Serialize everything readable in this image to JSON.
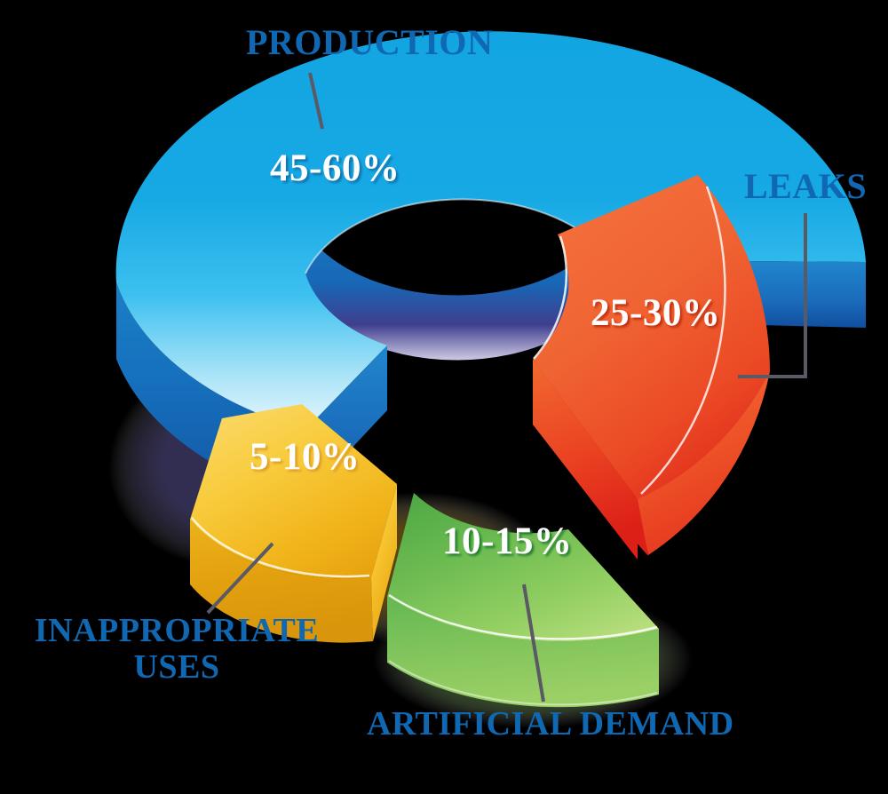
{
  "chart_data": {
    "type": "pie",
    "title": "",
    "subtitle": "",
    "style": "3d-exploded-donut",
    "legend_position": "callout-labels",
    "units": "percent",
    "background_color": "#000000",
    "label_color": "#1168b2",
    "value_text_color": "#ffffff",
    "slices": [
      {
        "name": "PRODUCTION",
        "value_label": "45-60%",
        "min": 45,
        "max": 60,
        "color": "#14a0dc",
        "color_dark": "#1670bd",
        "label_position": "top"
      },
      {
        "name": "LEAKS",
        "value_label": "25-30%",
        "min": 25,
        "max": 30,
        "color": "#f0652f",
        "color_dark": "#e0301e",
        "label_position": "right"
      },
      {
        "name": "ARTIFICIAL DEMAND",
        "value_label": "10-15%",
        "min": 10,
        "max": 15,
        "color": "#63b852",
        "color_dark": "#2f9c3f",
        "label_position": "bottom"
      },
      {
        "name": "INAPPROPRIATE USES",
        "value_label": "5-10%",
        "min": 5,
        "max": 10,
        "color": "#f5c330",
        "color_dark": "#dfa012",
        "label_position": "bottom-left"
      }
    ],
    "categories": [
      "PRODUCTION",
      "LEAKS",
      "ARTIFICIAL DEMAND",
      "INAPPROPRIATE USES"
    ],
    "values": [
      52.5,
      27.5,
      12.5,
      7.5
    ],
    "value_labels": [
      "45-60%",
      "25-30%",
      "10-15%",
      "5-10%"
    ]
  },
  "labels": {
    "production": "PRODUCTION",
    "leaks": "LEAKS",
    "inappropriate_line1": "INAPPROPRIATE",
    "inappropriate_line2": "USES",
    "artificial_demand": "ARTIFICIAL DEMAND"
  },
  "values": {
    "production": "45-60%",
    "leaks": "25-30%",
    "inappropriate": "5-10%",
    "artificial": "10-15%"
  }
}
